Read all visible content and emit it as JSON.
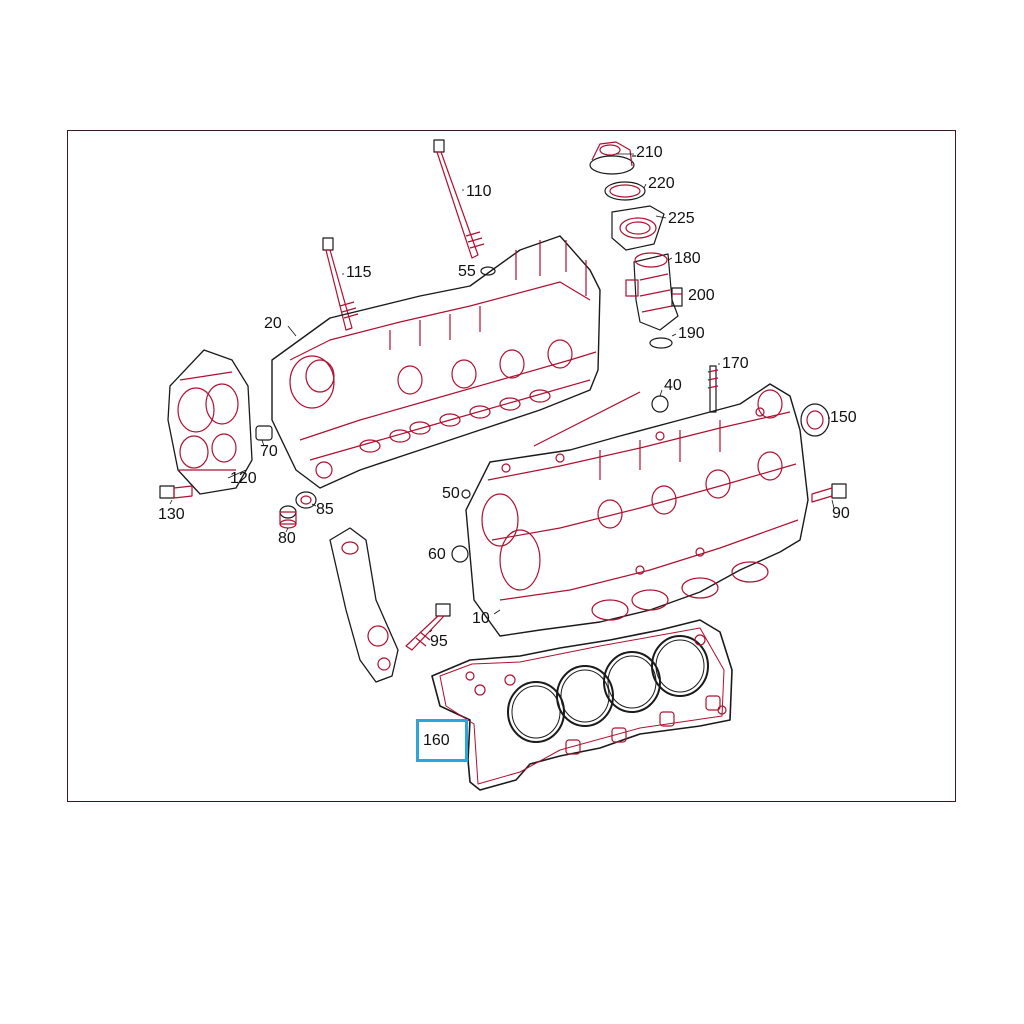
{
  "diagram": {
    "line_color": "#b01030",
    "outline_color": "#1a1a1a",
    "highlight_color": "#2aa6dc",
    "highlighted_part": "160"
  },
  "labels": {
    "p210": "210",
    "p220": "220",
    "p225": "225",
    "p110": "110",
    "p180": "180",
    "p200": "200",
    "p55": "55",
    "p115": "115",
    "p190": "190",
    "p20": "20",
    "p170": "170",
    "p40": "40",
    "p150": "150",
    "p70": "70",
    "p120": "120",
    "p130": "130",
    "p50": "50",
    "p85": "85",
    "p90": "90",
    "p80": "80",
    "p60": "60",
    "p10": "10",
    "p95": "95",
    "p160": "160"
  }
}
